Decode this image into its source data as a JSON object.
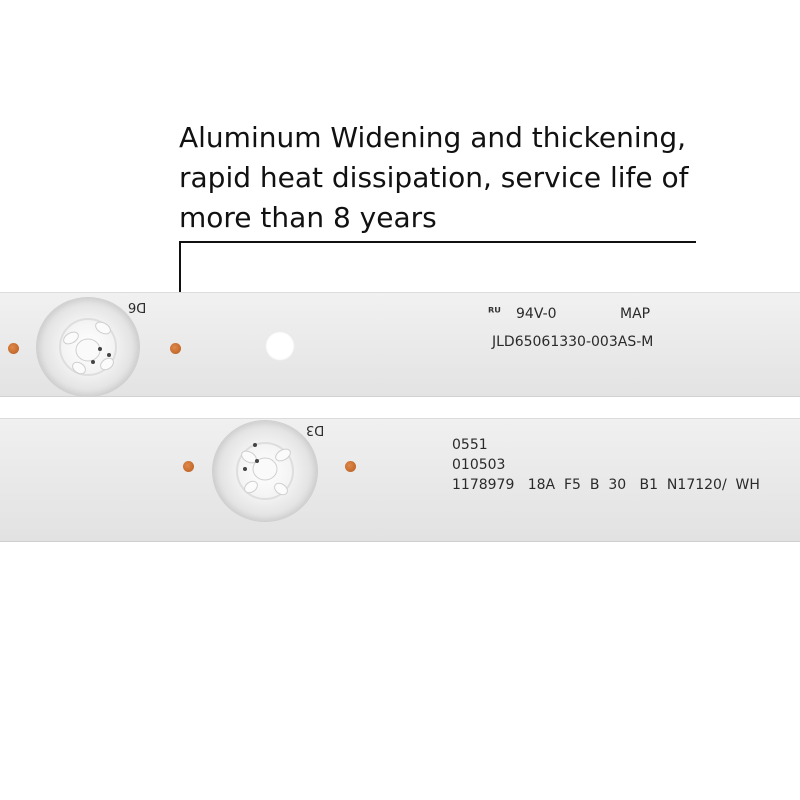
{
  "caption": {
    "line1": "Aluminum Widening and thickening,",
    "line2": "rapid heat dissipation, service life of",
    "line3": "more than 8 years"
  },
  "top_strip": {
    "designator": "D6",
    "ul_symbol": "ᴿᵁ",
    "rating": "94V-0",
    "map": "MAP",
    "part_number": "JLD65061330-003AS-M"
  },
  "bottom_strip": {
    "designator": "D3",
    "line1": "0551",
    "line2": "010503",
    "line3": "1178979   18A  F5  B  30   B1  N17120/  WH"
  },
  "colors": {
    "strip": "#ebebeb",
    "pad": "#c9692a",
    "text": "#2a2a2a"
  }
}
